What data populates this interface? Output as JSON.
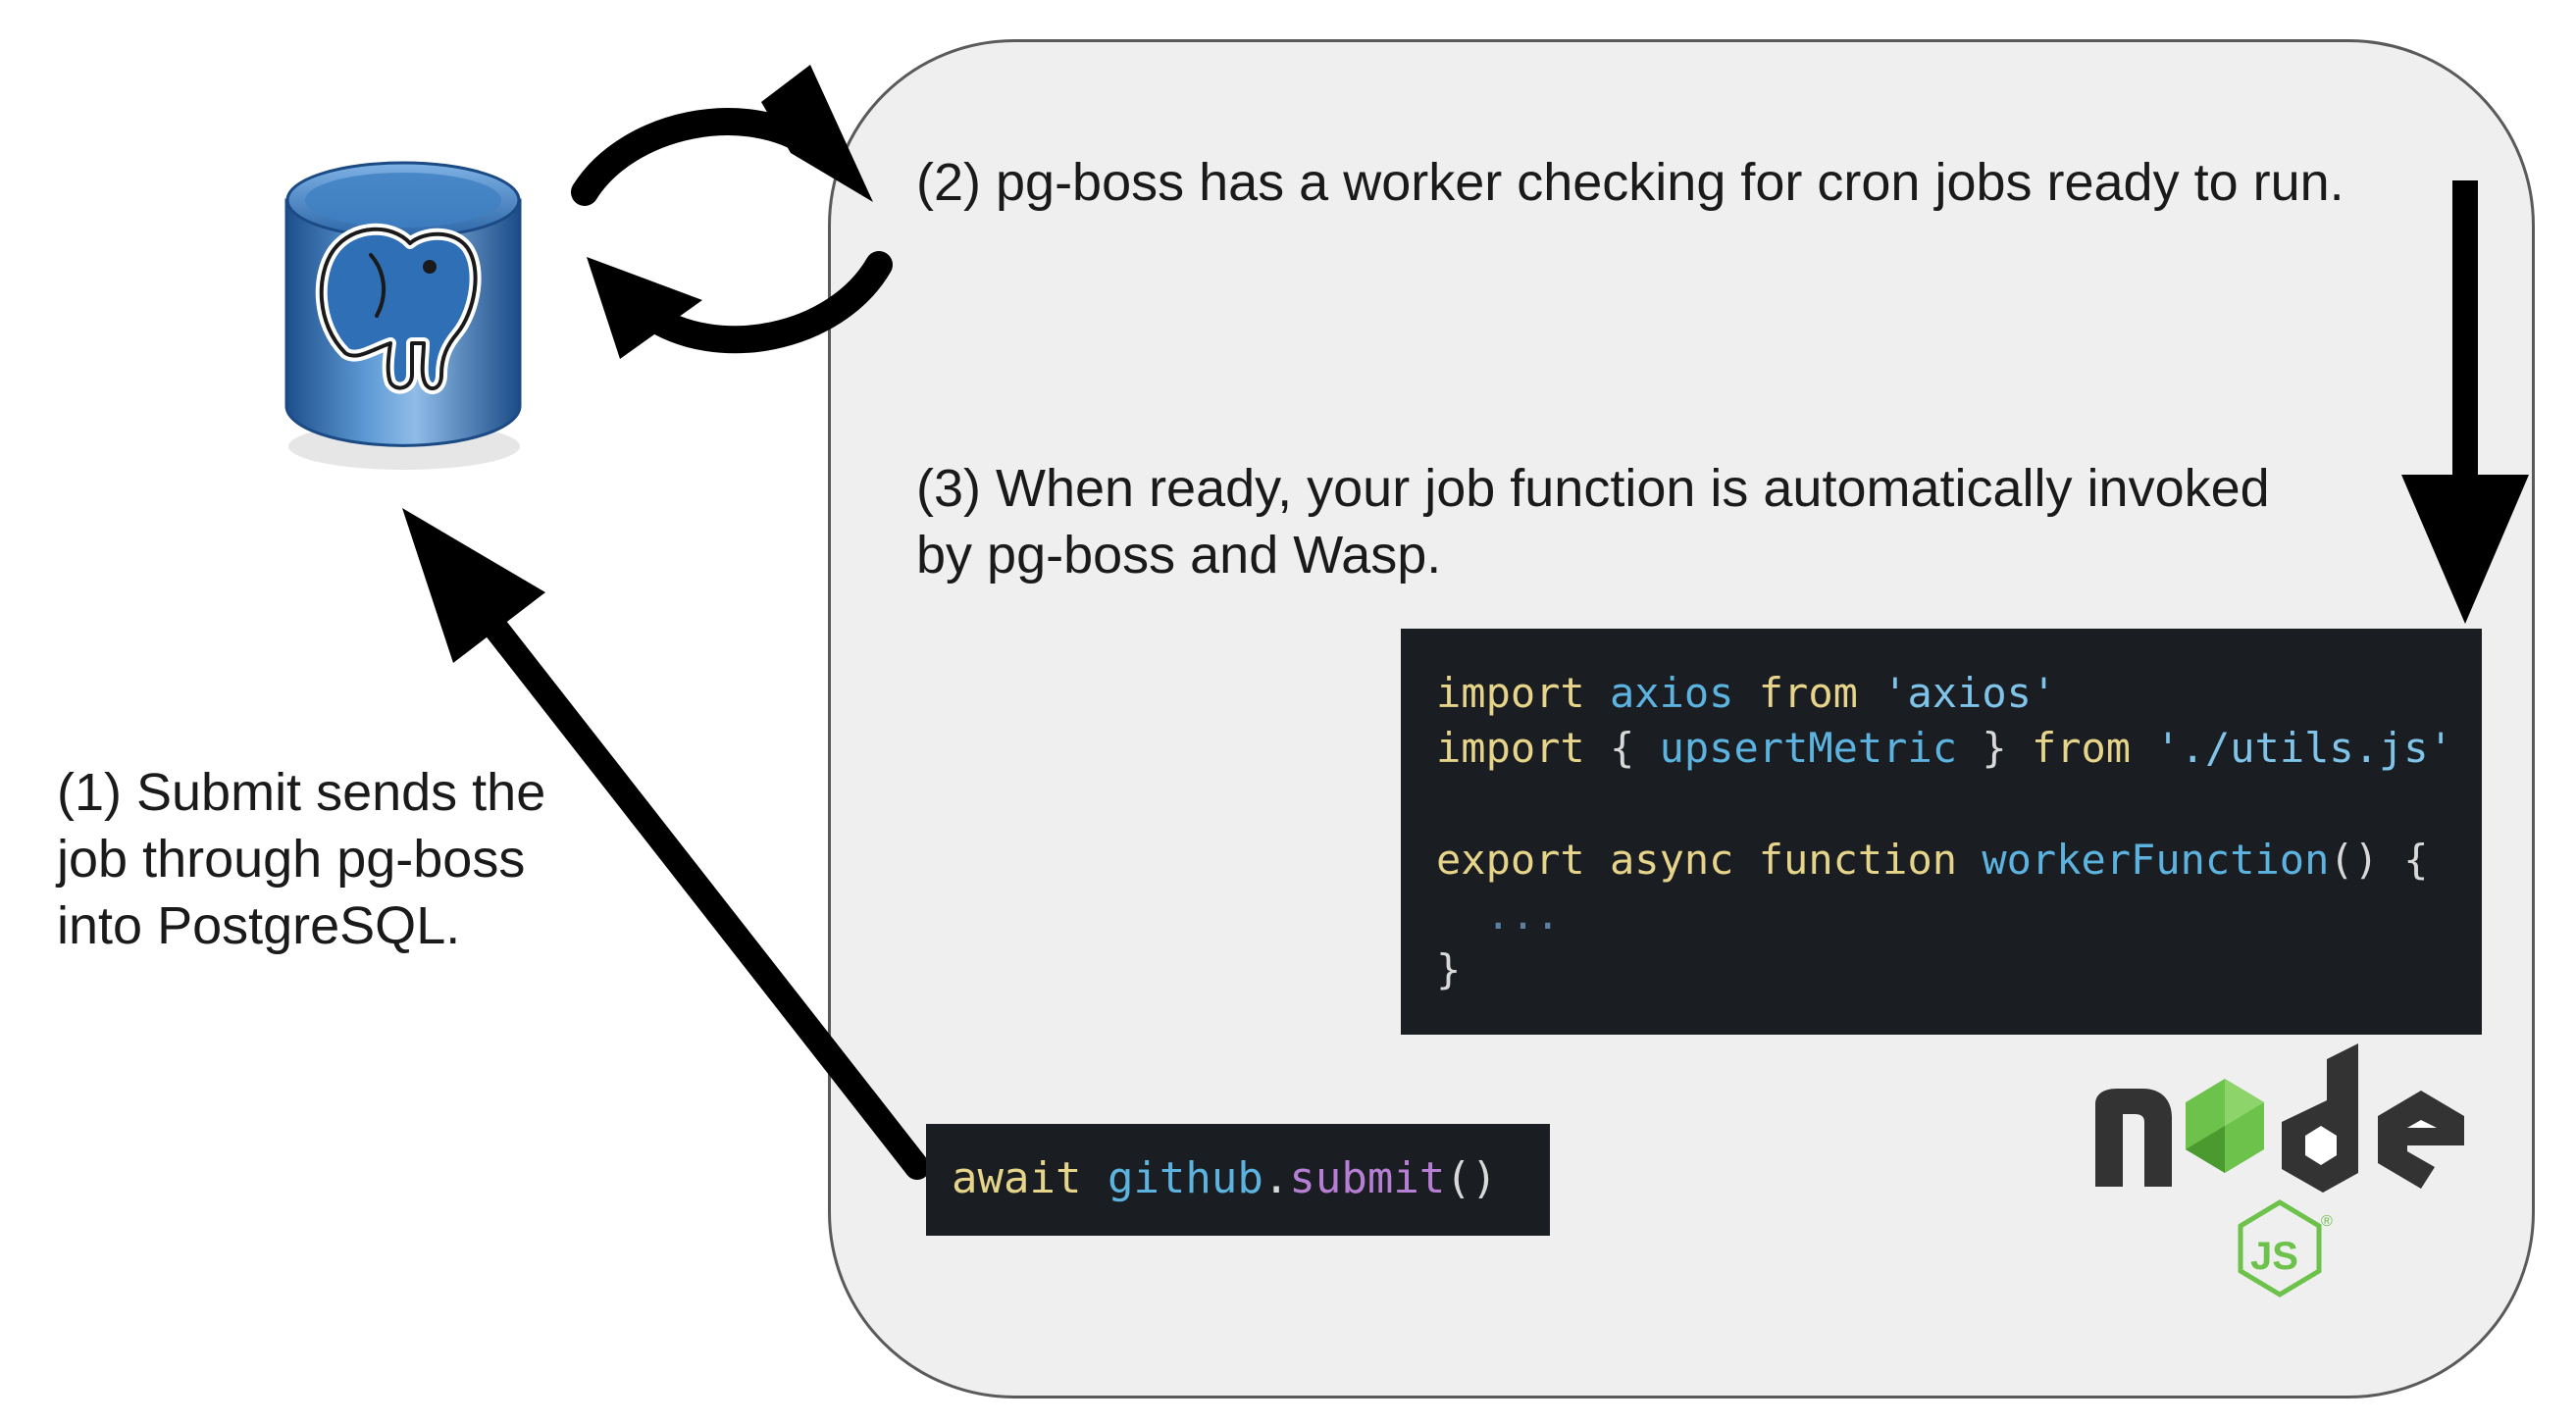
{
  "steps": {
    "step1": "(1) Submit sends the\njob through pg-boss\ninto PostgreSQL.",
    "step2": "(2) pg-boss has a worker checking for cron jobs ready to run.",
    "step3": "(3) When ready, your job function is automatically invoked\nby pg-boss and Wasp."
  },
  "worker_code": {
    "line1": {
      "k1": "import",
      "id": "axios",
      "k2": "from",
      "str": "'axios'"
    },
    "line2": {
      "k1": "import",
      "open": "{",
      "id": "upsertMetric",
      "close": "}",
      "k2": "from",
      "str": "'./utils.js'"
    },
    "line3": {
      "k1": "export",
      "k2": "async",
      "k3": "function",
      "id": "workerFunction",
      "rest": "() {"
    },
    "line4": {
      "body": "..."
    },
    "line5": {
      "close": "}"
    }
  },
  "submit_code": {
    "k1": "await",
    "obj": "github",
    "dot": ".",
    "method": "submit",
    "parens": "()"
  },
  "node_logo": {
    "text": "node",
    "badge": "JS",
    "registered": "®"
  },
  "icons": {
    "database": "postgresql-elephant-database-icon",
    "sync": "circular-sync-arrows-icon",
    "logo": "nodejs-logo"
  },
  "colors": {
    "panel_bg": "#efefef",
    "code_bg": "#1a1d21",
    "keyword": "#e5d48a",
    "identifier": "#5cb3e0",
    "method": "#b77fd4",
    "node_green": "#6cc24a",
    "node_dark": "#333333",
    "db_blue": "#2f6fb5"
  }
}
